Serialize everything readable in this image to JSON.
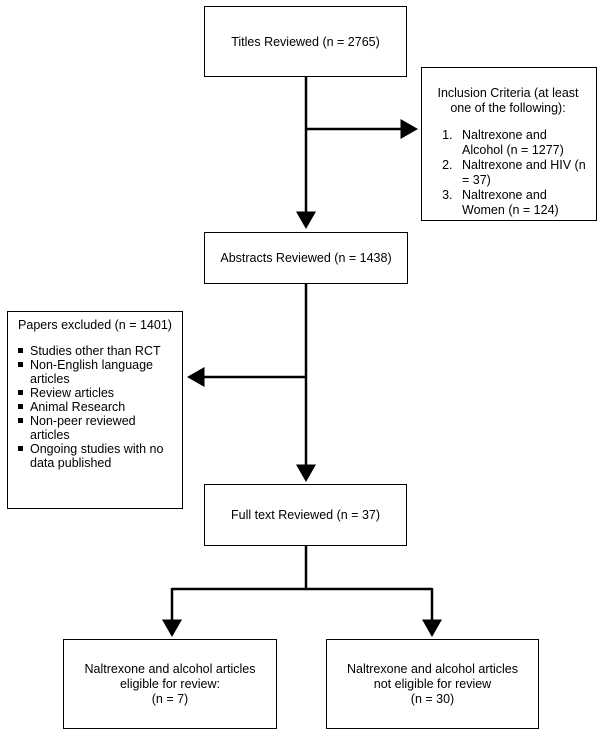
{
  "titles_box": {
    "text": "Titles Reviewed (n = 2765)"
  },
  "inclusion_box": {
    "title": "Inclusion Criteria (at least one of the following):",
    "items": [
      "Naltrexone and Alcohol (n = 1277)",
      "Naltrexone and HIV (n = 37)",
      "Naltrexone and Women (n = 124)"
    ]
  },
  "abstracts_box": {
    "text": "Abstracts Reviewed (n = 1438)"
  },
  "excluded_box": {
    "title": "Papers excluded (n = 1401)",
    "items": [
      "Studies other than RCT",
      "Non-English language articles",
      "Review articles",
      "Animal Research",
      "Non-peer reviewed articles",
      "Ongoing studies with no data published"
    ]
  },
  "fulltext_box": {
    "text": "Full text Reviewed (n = 37)"
  },
  "eligible_box": {
    "line1": "Naltrexone and alcohol articles",
    "line2": "eligible for review:",
    "line3": "(n = 7)"
  },
  "not_eligible_box": {
    "line1": "Naltrexone and alcohol articles",
    "line2": "not eligible for review",
    "line3": "(n = 30)"
  }
}
